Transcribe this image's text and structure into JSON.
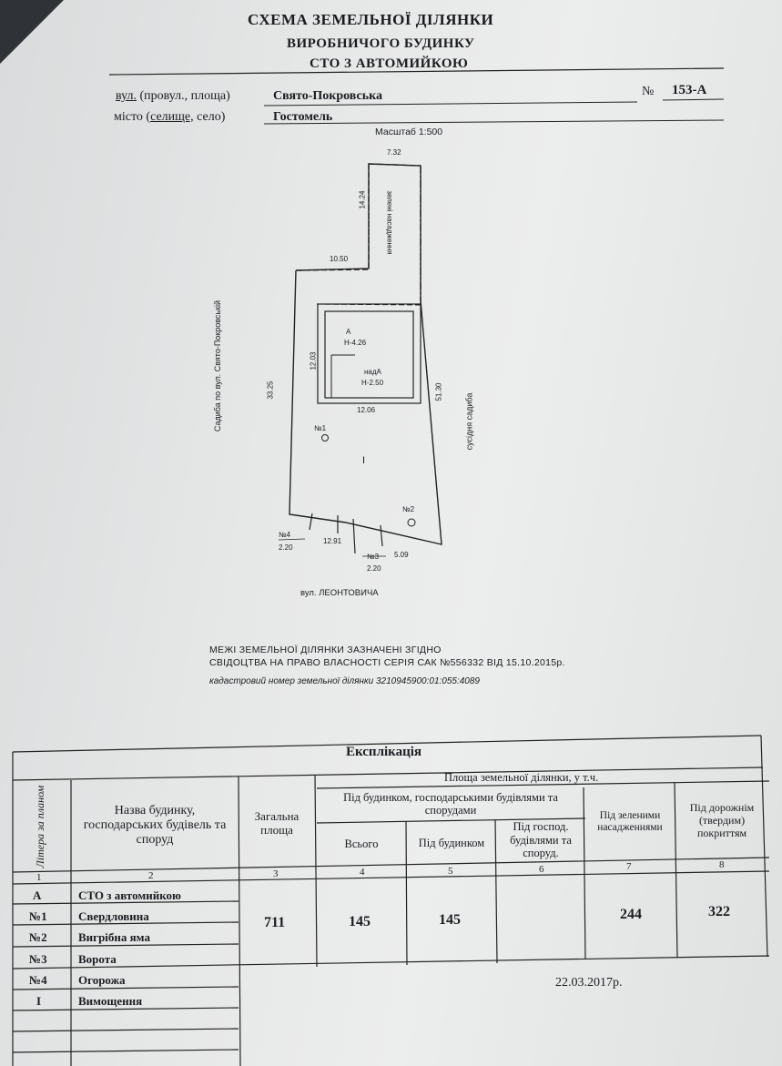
{
  "header": {
    "title": "СХЕМА ЗЕМЕЛЬНОЇ ДІЛЯНКИ",
    "subtitle": "ВИРОБНИЧОГО БУДИНКУ",
    "subtitle2": "СТО З АВТОМИЙКОЮ"
  },
  "address": {
    "street_label_u": "вул.",
    "street_label_rest": "(провул., площа)",
    "street_value": "Свято-Покровська",
    "number_label": "№",
    "number_value": "153-А",
    "city_label_a": "місто (",
    "city_label_u": "селище,",
    "city_label_b": "село)",
    "city_value": "Гостомель"
  },
  "plan": {
    "scale": "Масштаб 1:500",
    "dims": {
      "top": "7.32",
      "left_strip": "14.24",
      "notch": "10.50",
      "left": "33.25",
      "right": "51.30",
      "bldg_h": "12.03",
      "bldg_w": "12.06",
      "bottom_a": "12.91",
      "bottom_b": "5.09",
      "gate1": "2.20",
      "gate2": "2.20"
    },
    "building_a": "А",
    "building_h": "Н-4.26",
    "building_nad": "надА",
    "building_nad_h": "Н-2.50",
    "green_label": "зелені насадження",
    "left_neighbor": "Садиба по вул. Свято-Покровській",
    "right_neighbor": "сусідня садиба",
    "street_bottom": "вул. ЛЕОНТОВИЧА",
    "markers": {
      "n1": "№1",
      "n2": "№2",
      "n3": "№3",
      "n4": "№4",
      "paving": "I"
    }
  },
  "legal": {
    "line1": "МЕЖІ ЗЕМЕЛЬНОЇ ДІЛЯНКИ ЗАЗНАЧЕНІ ЗГІДНО",
    "line2": "СВІДОЦТВА НА ПРАВО ВЛАСНОСТІ СЕРІЯ САК №556332 ВІД 15.10.2015р.",
    "cadastral": "кадастровий номер земельної ділянки 3210945900:01:055:4089"
  },
  "table": {
    "title": "Експлікація",
    "col_letter": "Літера за планом",
    "col_name": "Назва будинку, господарських будівель та споруд",
    "col_total": "Загальна площа",
    "col_area": "Площа земельної ділянки, у т.ч.",
    "col_under": "Під будинком, господарськими будівлями та спорудами",
    "col_all": "Всього",
    "col_house": "Під будинком",
    "col_outb": "Під господ. будівлями та споруд.",
    "col_green": "Під зеленими насадженнями",
    "col_road": "Під дорожнім (твердим) покриттям",
    "nums": [
      "1",
      "2",
      "3",
      "4",
      "5",
      "6",
      "7",
      "8"
    ],
    "rows": [
      {
        "letter": "А",
        "name": "СТО з автомийкою"
      },
      {
        "letter": "№1",
        "name": "Свердловина"
      },
      {
        "letter": "№2",
        "name": "Вигрібна яма"
      },
      {
        "letter": "№3",
        "name": "Ворота"
      },
      {
        "letter": "№4",
        "name": "Огорожа"
      },
      {
        "letter": "I",
        "name": "Вимощення"
      }
    ],
    "values": {
      "total": "711",
      "all": "145",
      "house": "145",
      "green": "244",
      "road": "322"
    },
    "date": "22.03.2017р."
  }
}
